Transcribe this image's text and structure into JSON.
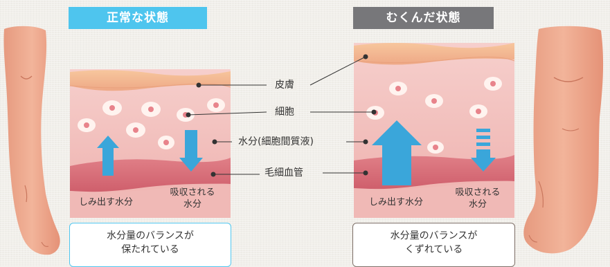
{
  "headers": {
    "normal": "正常な状態",
    "swollen": "むくんだ状態"
  },
  "labels": {
    "skin": "皮膚",
    "cell": "細胞",
    "fluid": "水分(細胞間質液)",
    "capillary": "毛細血管"
  },
  "normal_panel": {
    "seep_label": "しみ出す水分",
    "absorb_label_line1": "吸収される",
    "absorb_label_line2": "水分",
    "caption_line1": "水分量のバランスが",
    "caption_line2": "保たれている"
  },
  "swollen_panel": {
    "seep_label": "しみ出す水分",
    "absorb_label_line1": "吸収される",
    "absorb_label_line2": "水分",
    "caption_line1": "水分量のバランスが",
    "caption_line2": "くずれている"
  },
  "colors": {
    "normal_header": "#4ec5ee",
    "swollen_header": "#77777a",
    "arrow_blue": "#3aa6da",
    "skin_layer": "#f2b48c",
    "tissue": "#f4c4c0",
    "capillary": "#d96f7b"
  }
}
